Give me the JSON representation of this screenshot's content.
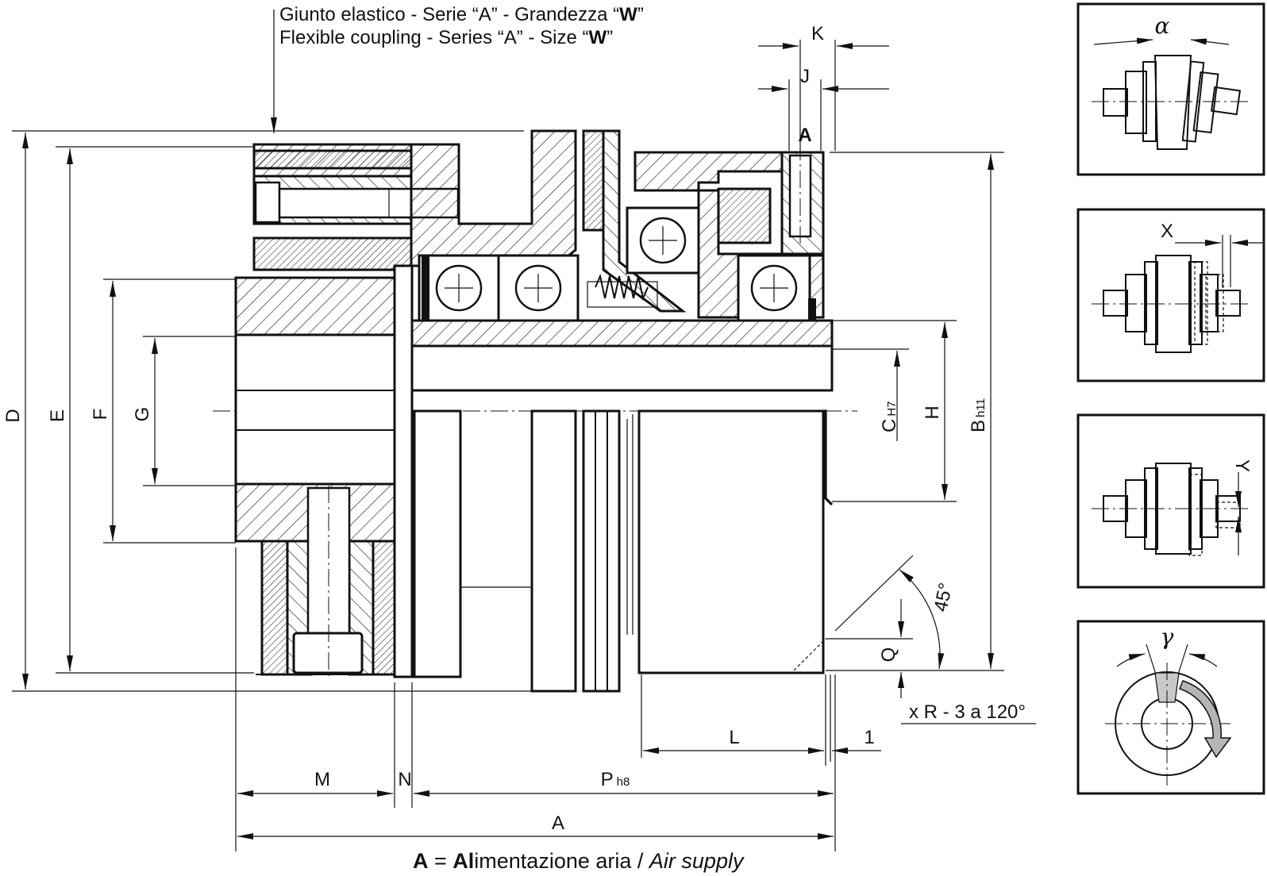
{
  "title": {
    "line1_prefix": "Giunto elastico - Serie “A” - Grandezza “",
    "line1_bold": "W",
    "line1_suffix": "”",
    "line2_prefix": "Flexible coupling - Series “A” - Size “",
    "line2_bold": "W",
    "line2_suffix": "”"
  },
  "caption": {
    "bold_a": "A",
    "equals": " = ",
    "bold_al": "Al",
    "rest_it": "imentazione aria / ",
    "italic_en": "Air supply"
  },
  "dimensions": {
    "D": "D",
    "E": "E",
    "F": "F",
    "G": "G",
    "C": "C",
    "C_sub": "H7",
    "H": "H",
    "B": "B",
    "B_sub": "h11",
    "K": "K",
    "J": "J",
    "A_port": "A",
    "M": "M",
    "N": "N",
    "P": "P",
    "P_sub": "h8",
    "A_total": "A",
    "L": "L",
    "one": "1",
    "Q": "Q",
    "angle": "45°",
    "holes": "x R - 3 a 120°"
  },
  "misalignment_panels": [
    {
      "symbol": "α",
      "kind": "angular"
    },
    {
      "symbol": "X",
      "kind": "axial"
    },
    {
      "symbol": "Y",
      "kind": "radial"
    },
    {
      "symbol": "γ",
      "kind": "torsional"
    }
  ]
}
